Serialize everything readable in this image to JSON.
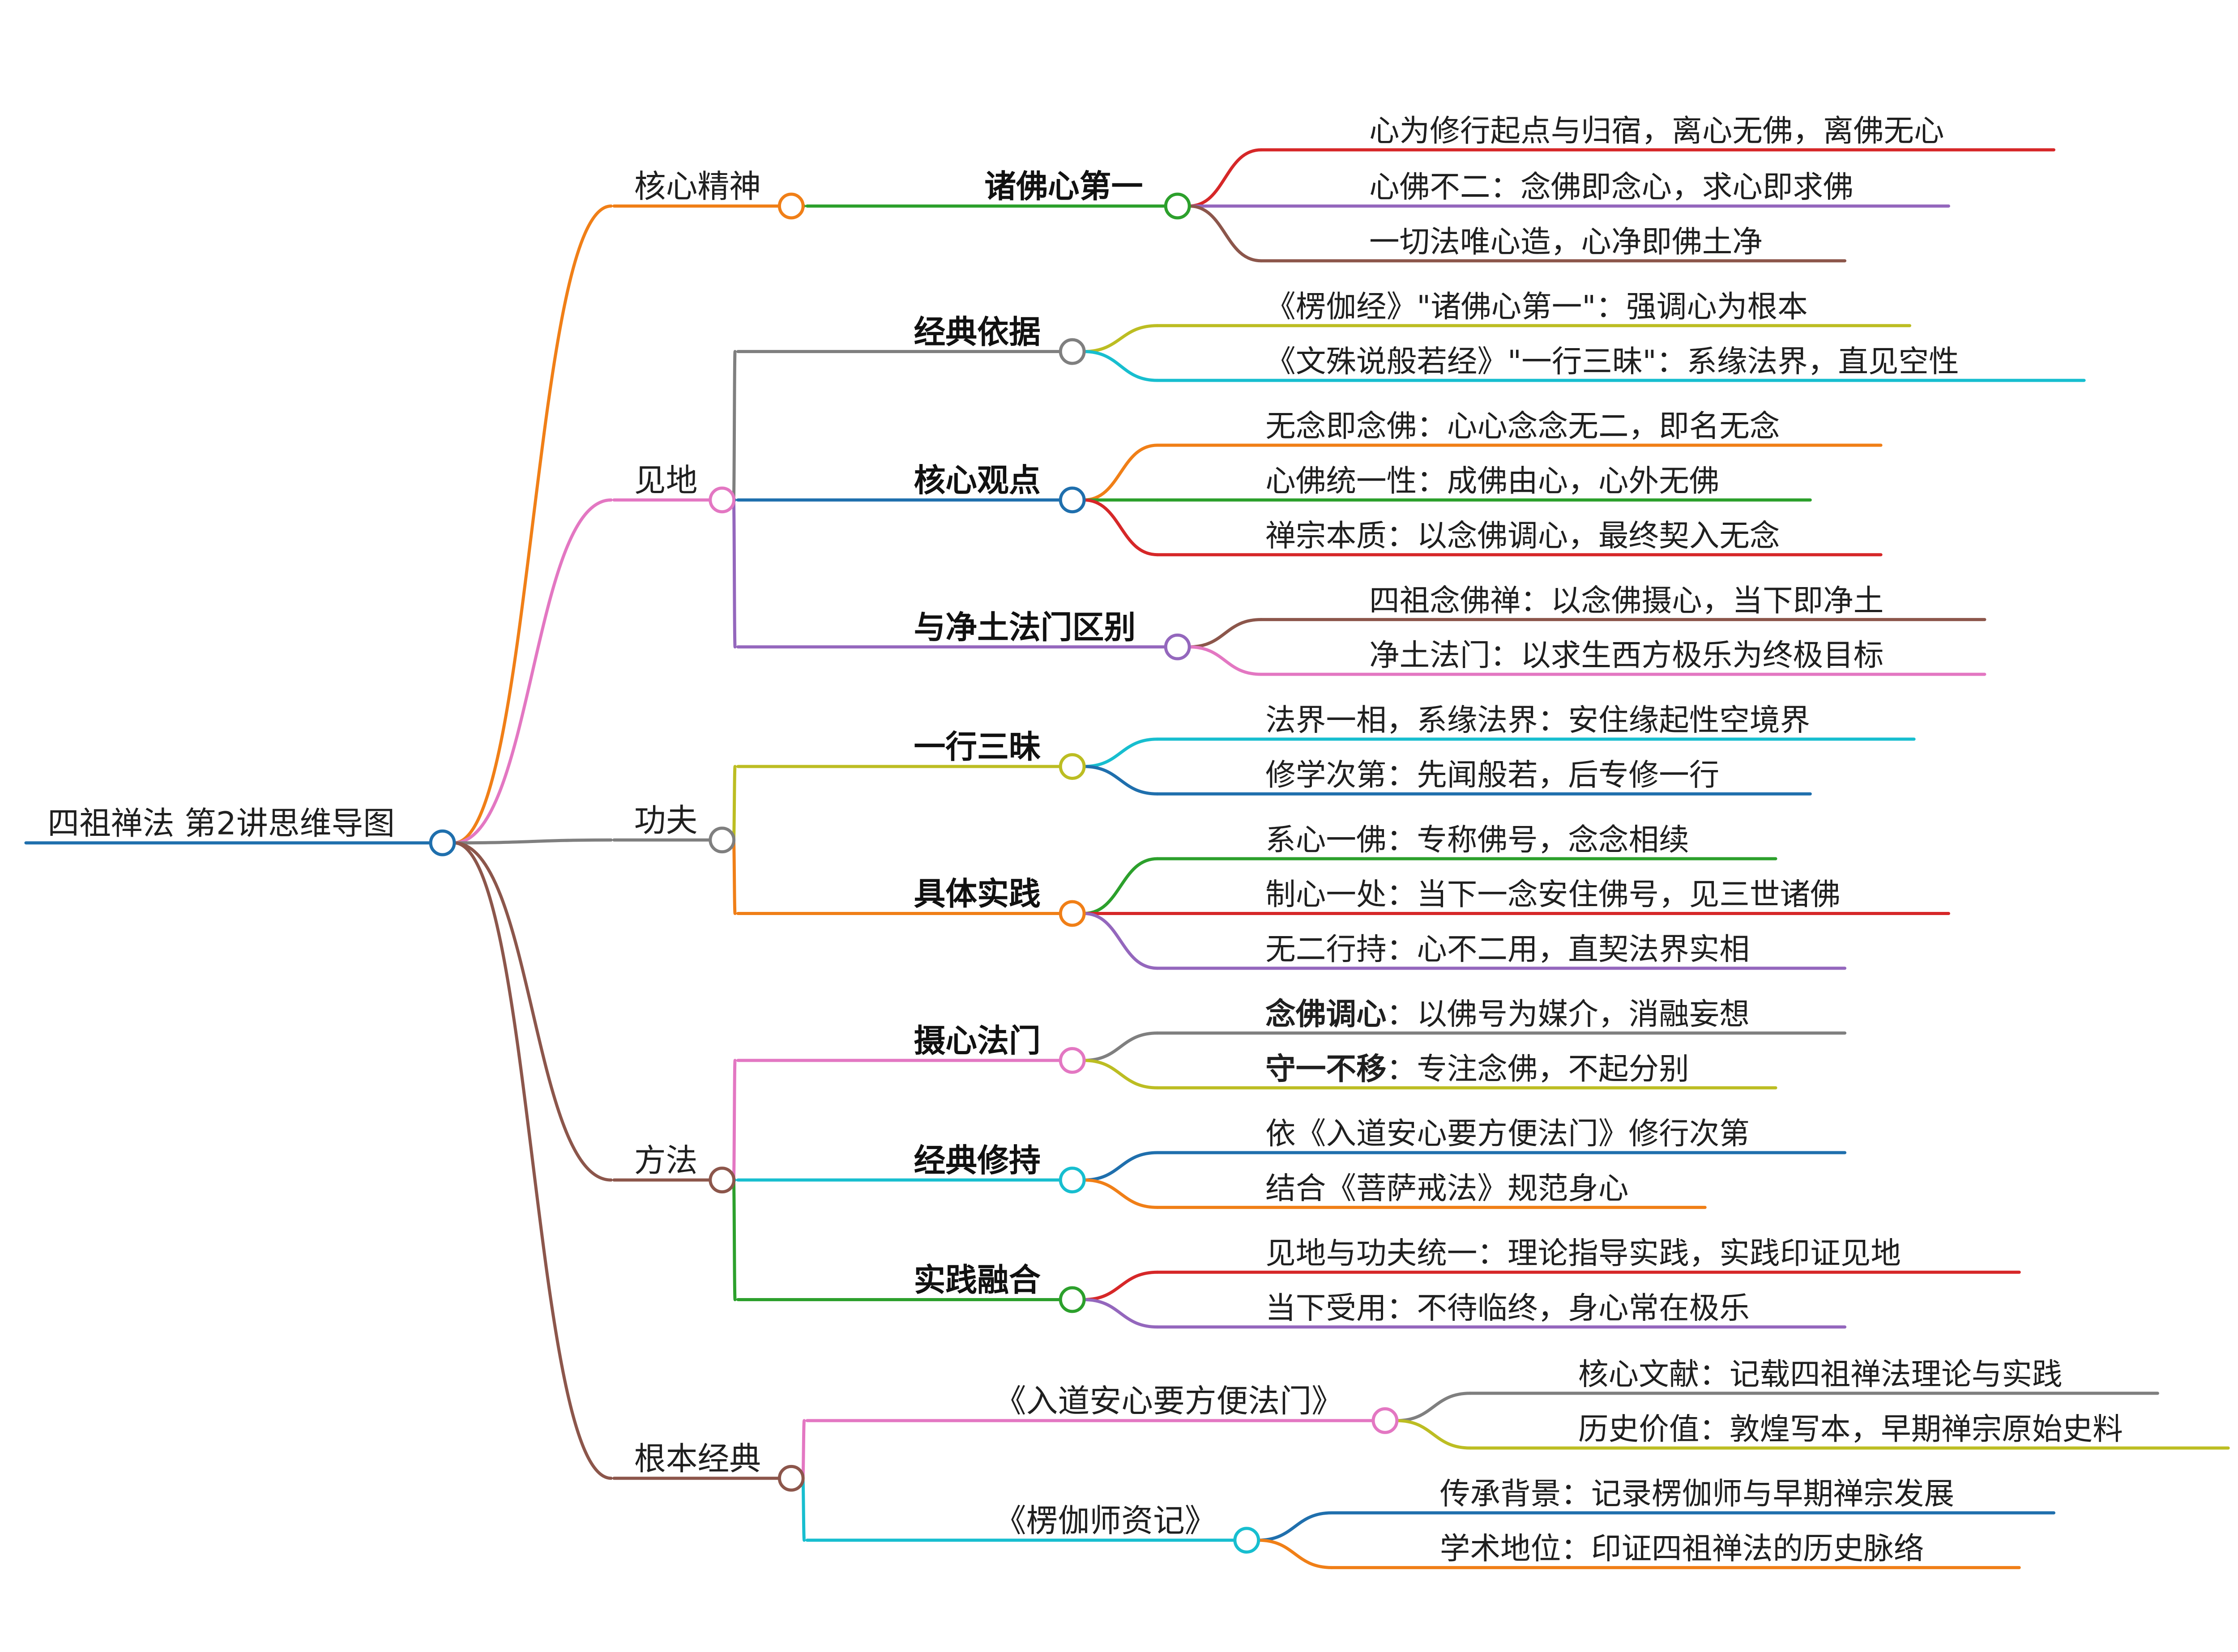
{
  "root": {
    "label": "四祖禅法 第2讲思维导图",
    "color": "#1f6fad"
  },
  "branches": [
    {
      "label": "核心精神",
      "color": "#f07f17",
      "children": [
        {
          "label": "诸佛心第一",
          "bold": true,
          "color": "#2ca02c",
          "children": [
            {
              "text": "心为修行起点与归宿，离心无佛，离佛无心",
              "color": "#d62728"
            },
            {
              "text": "心佛不二：念佛即念心，求心即求佛",
              "color": "#9467bd"
            },
            {
              "text": "一切法唯心造，心净即佛土净",
              "color": "#8c564b"
            }
          ]
        }
      ]
    },
    {
      "label": "见地",
      "color": "#e377c2",
      "children": [
        {
          "label": "经典依据",
          "bold": true,
          "color": "#7f7f7f",
          "children": [
            {
              "text": "《楞伽经》\"诸佛心第一\"：强调心为根本",
              "color": "#bcbd22"
            },
            {
              "text": "《文殊说般若经》\"一行三昧\"：系缘法界，直见空性",
              "color": "#17becf"
            }
          ]
        },
        {
          "label": "核心观点",
          "bold": true,
          "color": "#1f6fad",
          "children": [
            {
              "text": "无念即念佛：心心念念无二，即名无念",
              "color": "#f07f17"
            },
            {
              "text": "心佛统一性：成佛由心，心外无佛",
              "color": "#2ca02c"
            },
            {
              "text": "禅宗本质：以念佛调心，最终契入无念",
              "color": "#d62728"
            }
          ]
        },
        {
          "label": "与净土法门区别",
          "bold": true,
          "color": "#9467bd",
          "children": [
            {
              "text": "四祖念佛禅：以念佛摄心，当下即净土",
              "color": "#8c564b"
            },
            {
              "text": "净土法门：以求生西方极乐为终极目标",
              "color": "#e377c2"
            }
          ]
        }
      ]
    },
    {
      "label": "功夫",
      "color": "#7f7f7f",
      "children": [
        {
          "label": "一行三昧",
          "bold": true,
          "color": "#bcbd22",
          "children": [
            {
              "text": "法界一相，系缘法界：安住缘起性空境界",
              "color": "#17becf"
            },
            {
              "text": "修学次第：先闻般若，后专修一行",
              "color": "#1f6fad"
            }
          ]
        },
        {
          "label": "具体实践",
          "bold": true,
          "color": "#f07f17",
          "children": [
            {
              "text": "系心一佛：专称佛号，念念相续",
              "color": "#2ca02c"
            },
            {
              "text": "制心一处：当下一念安住佛号，见三世诸佛",
              "color": "#d62728"
            },
            {
              "text": "无二行持：心不二用，直契法界实相",
              "color": "#9467bd"
            }
          ]
        }
      ]
    },
    {
      "label": "方法",
      "color": "#8c564b",
      "children": [
        {
          "label": "摄心法门",
          "bold": true,
          "color": "#e377c2",
          "children": [
            {
              "term": "念佛调心",
              "text": "：以佛号为媒介，消融妄想",
              "color": "#7f7f7f"
            },
            {
              "term": "守一不移",
              "text": "：专注念佛，不起分别",
              "color": "#bcbd22"
            }
          ]
        },
        {
          "label": "经典修持",
          "bold": true,
          "color": "#17becf",
          "children": [
            {
              "text": "依《入道安心要方便法门》修行次第",
              "color": "#1f6fad"
            },
            {
              "text": "结合《菩萨戒法》规范身心",
              "color": "#f07f17"
            }
          ]
        },
        {
          "label": "实践融合",
          "bold": true,
          "color": "#2ca02c",
          "children": [
            {
              "text": "见地与功夫统一：理论指导实践，实践印证见地",
              "color": "#d62728"
            },
            {
              "text": "当下受用：不待临终，身心常在极乐",
              "color": "#9467bd"
            }
          ]
        }
      ]
    },
    {
      "label": "根本经典",
      "color": "#8c564b",
      "children": [
        {
          "label": "《入道安心要方便法门》",
          "bold": false,
          "color": "#e377c2",
          "children": [
            {
              "text": "核心文献：记载四祖禅法理论与实践",
              "color": "#7f7f7f"
            },
            {
              "text": "历史价值：敦煌写本，早期禅宗原始史料",
              "color": "#bcbd22"
            }
          ]
        },
        {
          "label": "《楞伽师资记》",
          "bold": false,
          "color": "#17becf",
          "children": [
            {
              "text": "传承背景：记录楞伽师与早期禅宗发展",
              "color": "#1f6fad"
            },
            {
              "text": "学术地位：印证四祖禅法的历史脉络",
              "color": "#f07f17"
            }
          ]
        }
      ]
    }
  ]
}
